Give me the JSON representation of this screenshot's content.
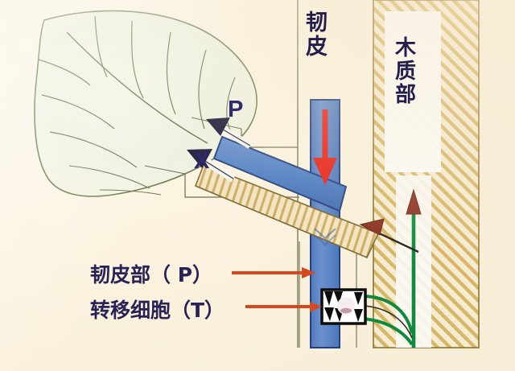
{
  "figure": {
    "title_topic": "phloem-xylem-transfer-cell-diagram",
    "background_color": "#fbf4e2"
  },
  "labels": {
    "phloem_top": {
      "chars": [
        "韧",
        "皮"
      ],
      "color": "#241c4b"
    },
    "xylem_top": {
      "chars": [
        "木",
        "质",
        "部"
      ],
      "color": "#241c4b"
    },
    "phloem_tag": "P",
    "xylem_tag": "X",
    "phloem_callout": "韧皮部（ P）",
    "transfer_cell_callout": "转移细胞（T）"
  },
  "colors": {
    "phloem_blue": "#5b84c4",
    "phloem_blue_dark": "#31539b",
    "xylem_tan": "#f0e2bb",
    "xylem_hatch": "#cbab5c",
    "red_arrow": "#e8251c",
    "green_stream": "#0f8a3c",
    "brown_arrowhead": "#8d3322",
    "callout_arrow": "#d4491d",
    "leaf_outline": "#6f7a52",
    "leaf_fill": "#eef4e2",
    "transfer_cell": "#111111",
    "stem_outline": "#59604a"
  },
  "elements": {
    "leaf": "leaf-outline-with-veins",
    "phloem_column": "vertical-blue-band-with-red-down-arrow",
    "xylem_column": "vertical-hatched-band-with-green-up-arrow",
    "phloem_diagonal": "blue-band-to-leaf-with-arrowhead",
    "xylem_diagonal": "hatched-band-to-leaf-with-arrowhead",
    "transfer_cell": "black-cell-with-wall-ingrowths"
  }
}
